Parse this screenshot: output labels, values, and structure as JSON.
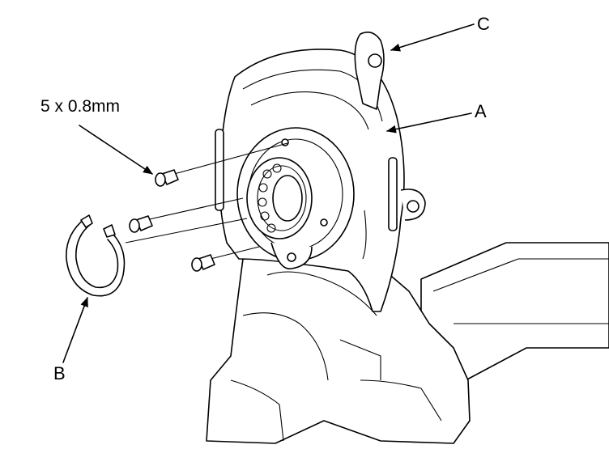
{
  "labels": {
    "a": "A",
    "b": "B",
    "c": "C",
    "bolt_spec": "5 x 0.8mm"
  },
  "colors": {
    "line": "#000000",
    "background": "#ffffff"
  }
}
